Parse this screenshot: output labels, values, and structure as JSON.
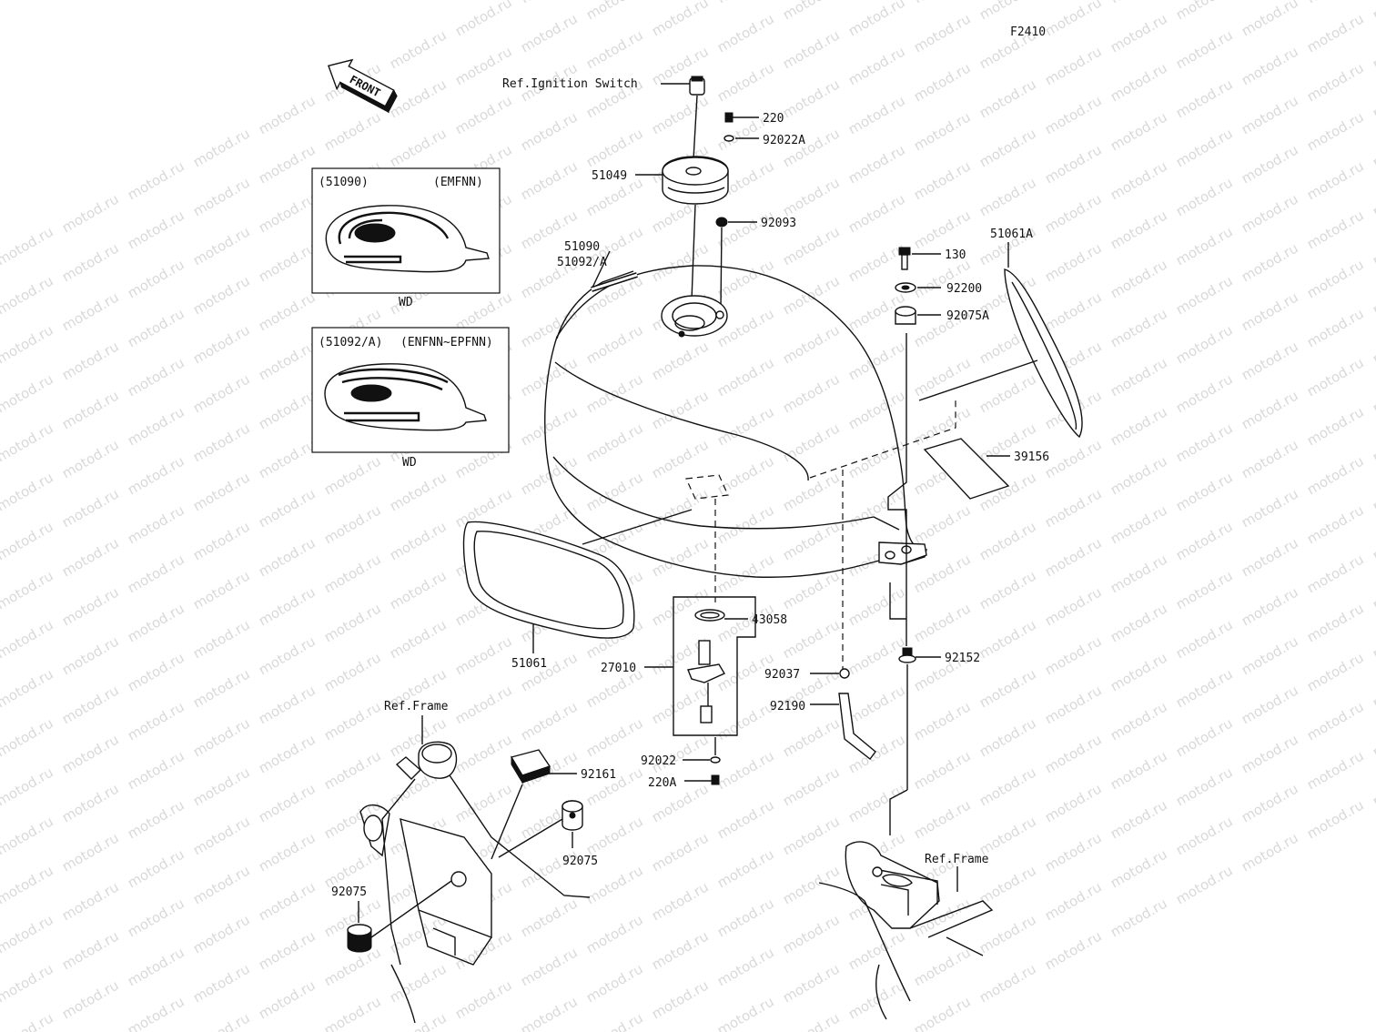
{
  "figure_code": "F2410",
  "front_label": "FRONT",
  "watermark": "motod.ru",
  "inset_boxes": [
    {
      "title": "(51090)",
      "variant": "(EMFNN)",
      "note": "WD"
    },
    {
      "title": "(51092/A)",
      "variant": "(ENFNN~EPFNN)",
      "note": "WD"
    }
  ],
  "labels": {
    "ref_ignition": "Ref.Ignition Switch",
    "p220": "220",
    "p92022A": "92022A",
    "p51049": "51049",
    "p92093": "92093",
    "p51090": "51090",
    "p51092A": "51092/A",
    "p130": "130",
    "p51061A": "51061A",
    "p92200": "92200",
    "p92075A": "92075A",
    "p39156": "39156",
    "p43058": "43058",
    "p27010": "27010",
    "p51061": "51061",
    "p92152": "92152",
    "p92037": "92037",
    "p92190": "92190",
    "p92022": "92022",
    "p220A": "220A",
    "p92161": "92161",
    "p92075_r": "92075",
    "p92075_l": "92075",
    "ref_frame_left": "Ref.Frame",
    "ref_frame_right": "Ref.Frame"
  }
}
